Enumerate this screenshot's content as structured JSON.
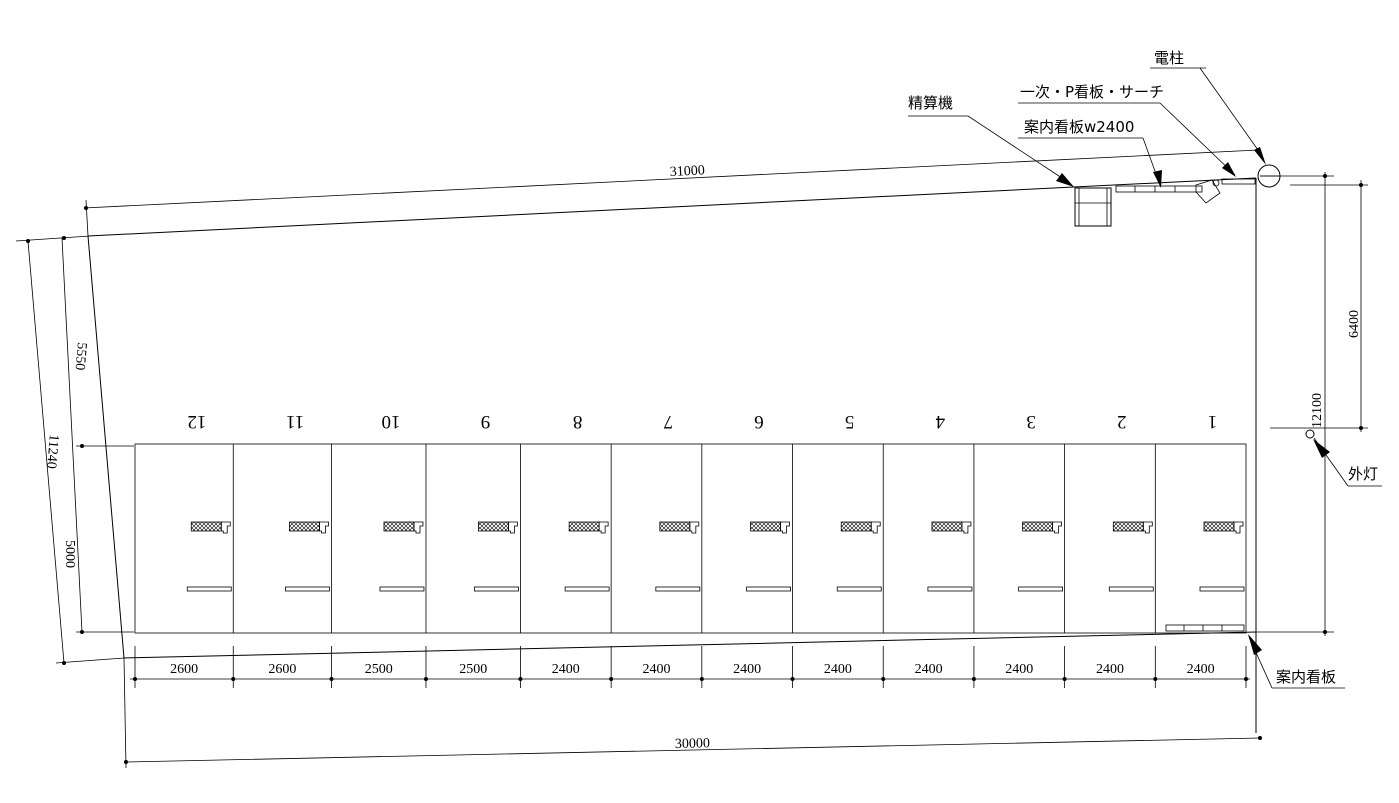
{
  "labels": {
    "pole": "電柱",
    "primary_sign": "一次・P看板・サーチ",
    "pay_machine": "精算機",
    "guide_sign_w": "案内看板w2400",
    "light": "外灯",
    "guide_sign": "案内看板"
  },
  "dimensions": {
    "top_length": "31000",
    "bottom_length": "30000",
    "left_upper": "5550",
    "left_lower": "5000",
    "left_total": "11240",
    "right_upper": "6400",
    "right_total": "12100"
  },
  "stalls": [
    {
      "number": "12",
      "width": "2600"
    },
    {
      "number": "11",
      "width": "2600"
    },
    {
      "number": "10",
      "width": "2500"
    },
    {
      "number": "9",
      "width": "2500"
    },
    {
      "number": "8",
      "width": "2400"
    },
    {
      "number": "7",
      "width": "2400"
    },
    {
      "number": "6",
      "width": "2400"
    },
    {
      "number": "5",
      "width": "2400"
    },
    {
      "number": "4",
      "width": "2400"
    },
    {
      "number": "3",
      "width": "2400"
    },
    {
      "number": "2",
      "width": "2400"
    },
    {
      "number": "1",
      "width": "2400"
    }
  ]
}
